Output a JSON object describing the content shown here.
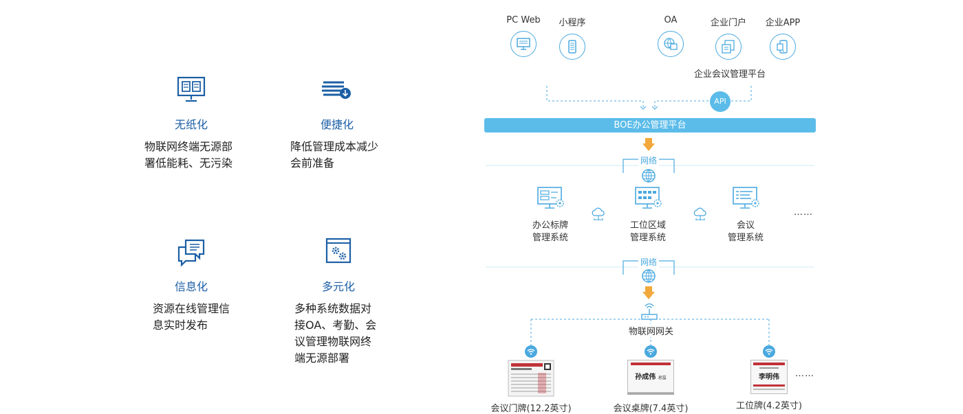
{
  "features": [
    {
      "title": "无纸化",
      "desc": "物联网终端无源部\n署低能耗、无污染",
      "icon": "monitor-book-icon"
    },
    {
      "title": "便捷化",
      "desc": "降低管理成本减少\n会前准备",
      "icon": "stack-download-icon"
    },
    {
      "title": "信息化",
      "desc": "资源在线管理信\n息实时发布",
      "icon": "chat-bubbles-icon"
    },
    {
      "title": "多元化",
      "desc": "多种系统数据对\n接OA、考勤、会\n议管理物联网终\n端无源部署",
      "icon": "window-gears-icon"
    }
  ],
  "clients": [
    {
      "label": "PC Web",
      "icon": "pc-web-icon"
    },
    {
      "label": "小程序",
      "icon": "mini-program-icon"
    },
    {
      "label": "OA",
      "icon": "oa-icon"
    },
    {
      "label": "企业门户",
      "icon": "enterprise-portal-icon"
    },
    {
      "label": "企业APP",
      "icon": "enterprise-app-icon"
    }
  ],
  "enterprise_platform": "企业会议管理平台",
  "api_label": "API",
  "boe_platform": "BOE办公管理平台",
  "network_label": "网络",
  "systems": [
    {
      "label": "办公标牌\n管理系统",
      "icon": "signage-system-icon"
    },
    {
      "label": "工位区域\n管理系统",
      "icon": "workspace-system-icon"
    },
    {
      "label": "会议\n管理系统",
      "icon": "meeting-system-icon"
    }
  ],
  "ellipsis": "……",
  "gateway_label": "物联网网关",
  "devices": [
    {
      "label": "会议门牌(12.2英寸)",
      "icon": "door-sign-device"
    },
    {
      "label": "会议桌牌(7.4英寸)",
      "icon": "table-sign-device",
      "screen_text": "孙成伟",
      "screen_sub": "总监"
    },
    {
      "label": "工位牌(4.2英寸)",
      "icon": "desk-sign-device",
      "screen_text": "李明伟"
    }
  ],
  "colors": {
    "accent": "#4aa9df",
    "bar": "#5bbce9",
    "title_blue": "#1b5fa5",
    "arrow": "#f2a93b",
    "device_red": "#c0323a"
  }
}
